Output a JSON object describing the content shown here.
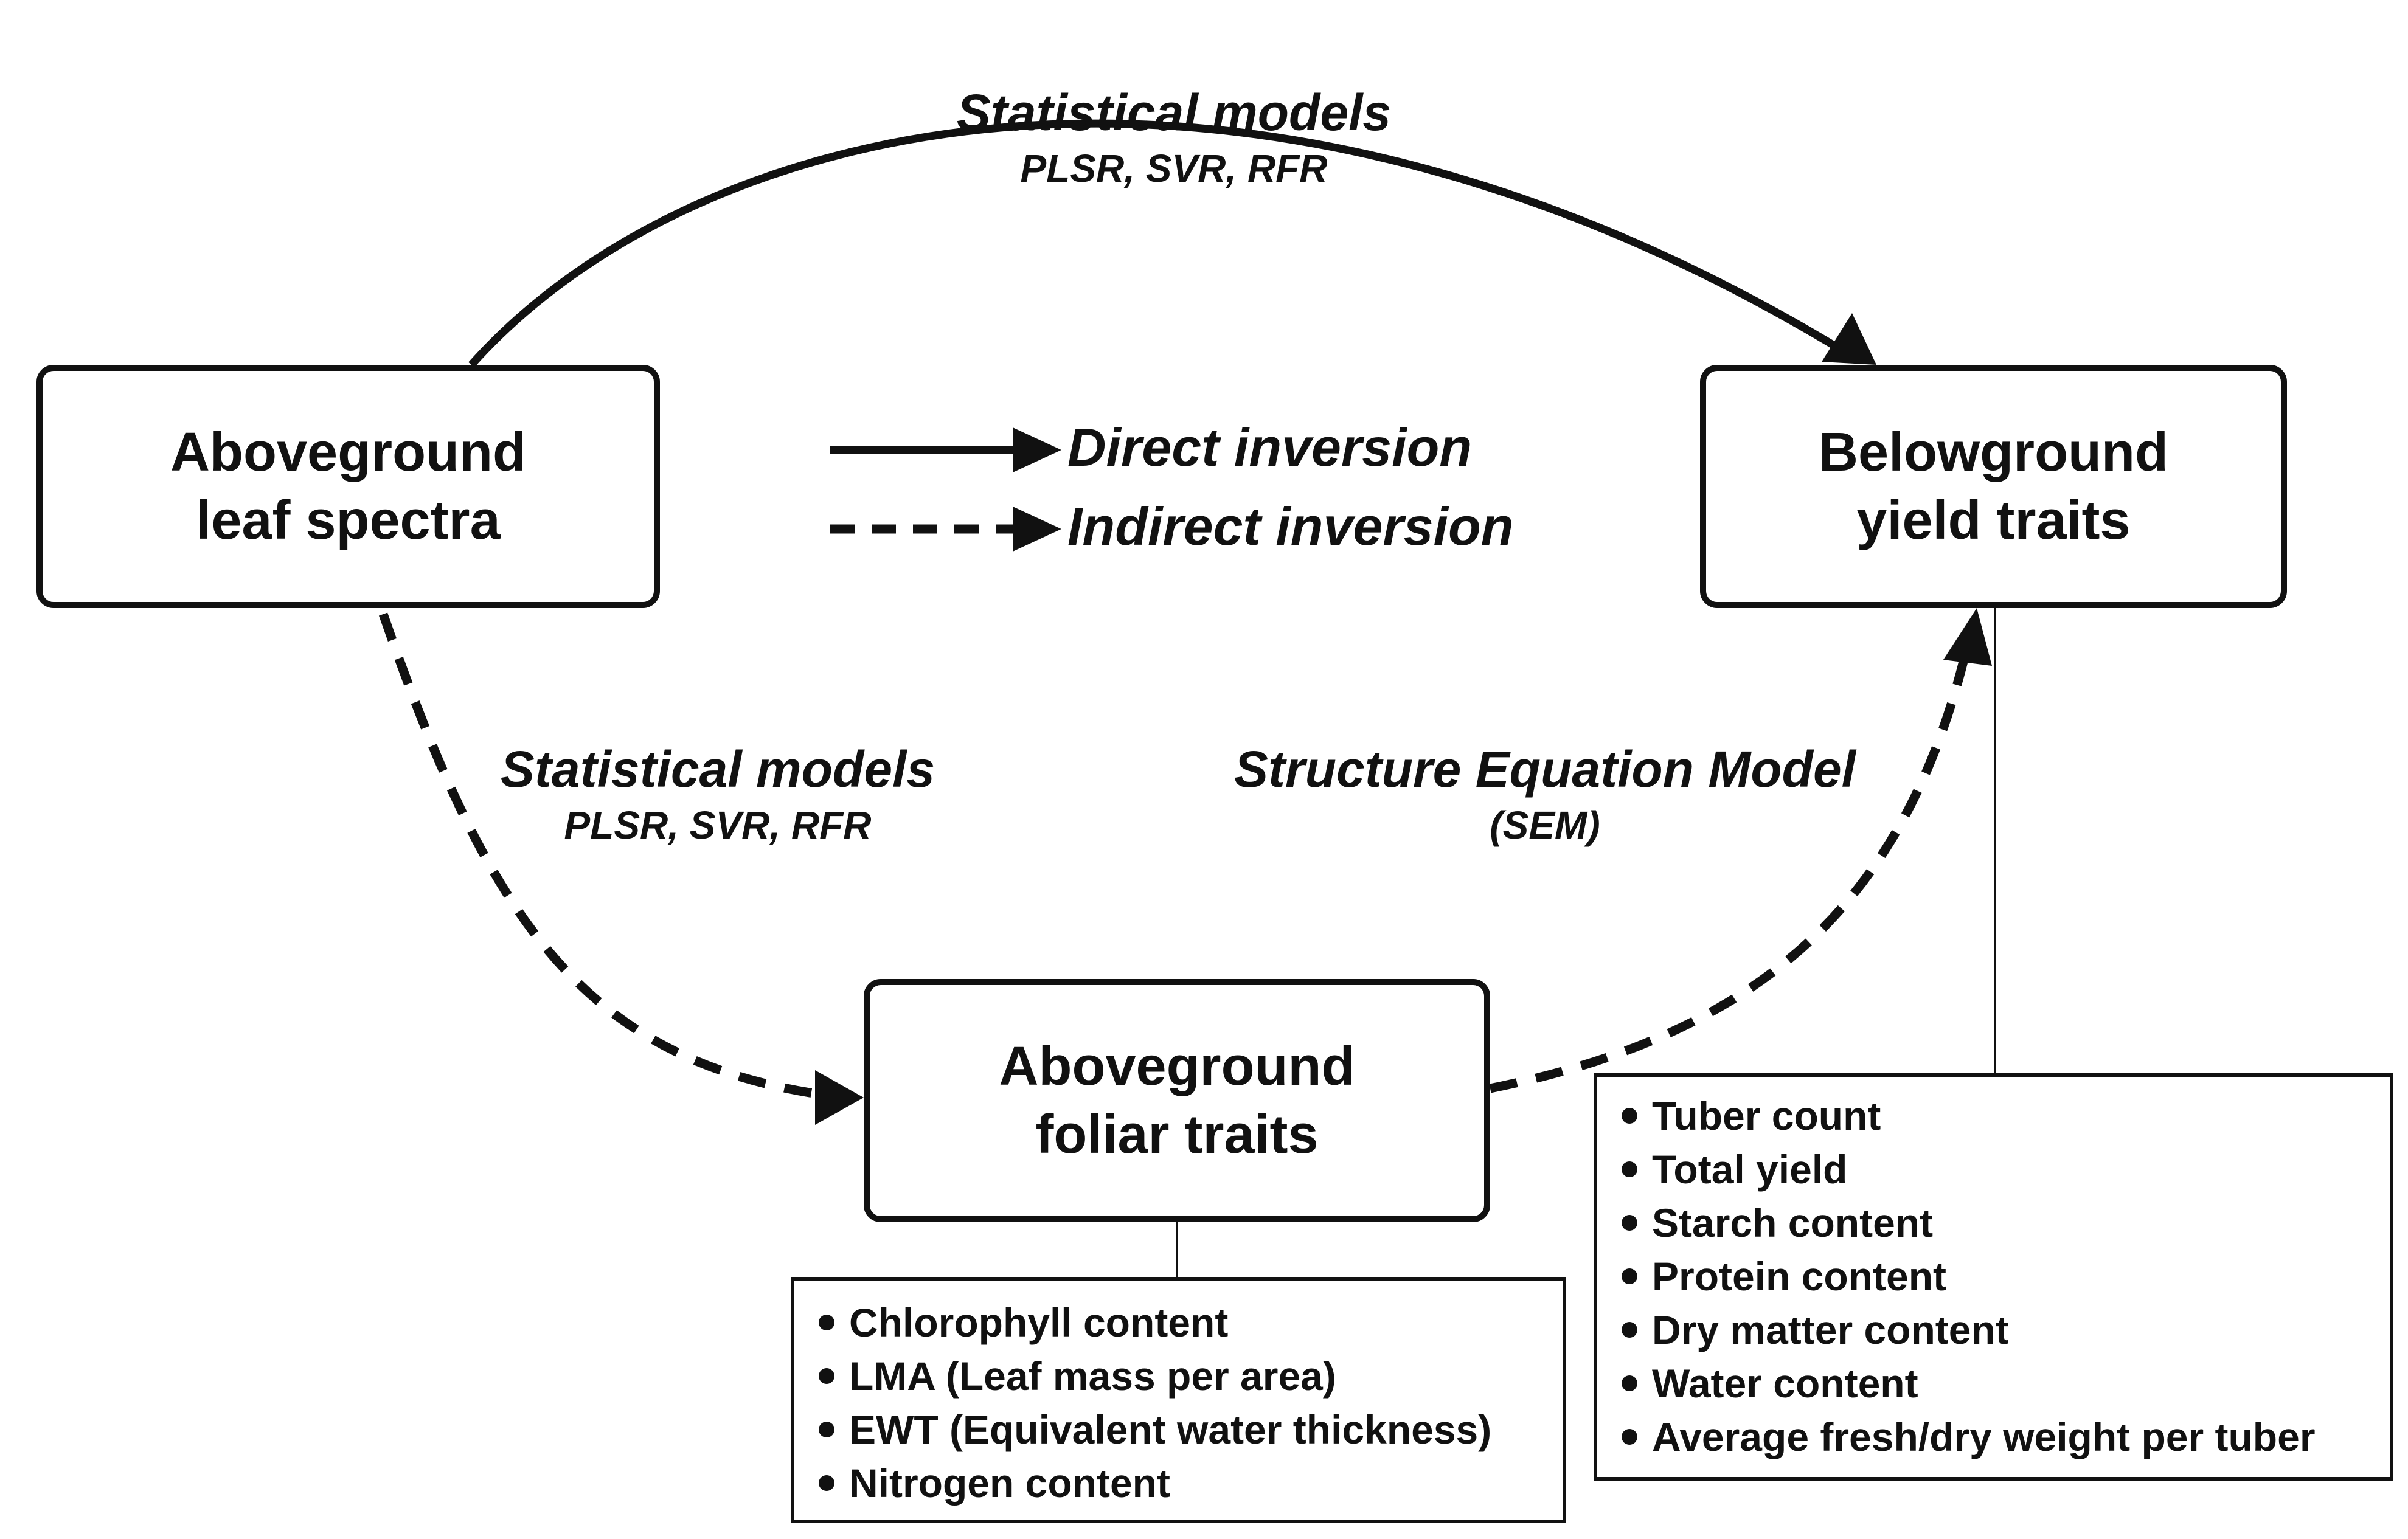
{
  "nodes": {
    "leaf_spectra": [
      "Aboveground",
      "leaf spectra"
    ],
    "yield_traits": [
      "Belowground",
      "yield traits"
    ],
    "foliar_traits": [
      "Aboveground",
      "foliar traits"
    ]
  },
  "edges": {
    "top": {
      "title": "Statistical models",
      "methods": "PLSR, SVR, RFR"
    },
    "left": {
      "title": "Statistical models",
      "methods": "PLSR, SVR, RFR"
    },
    "right": {
      "title": "Structure Equation Model",
      "methods": "(SEM)"
    }
  },
  "legend": {
    "direct": "Direct inversion",
    "indirect": "Indirect inversion"
  },
  "foliar_list": [
    "Chlorophyll content",
    "LMA (Leaf mass per area)",
    "EWT (Equivalent water thickness)",
    "Nitrogen content"
  ],
  "yield_list": [
    "Tuber count",
    "Total yield",
    "Starch content",
    "Protein content",
    "Dry matter content",
    "Water content",
    "Average fresh/dry weight per tuber"
  ]
}
